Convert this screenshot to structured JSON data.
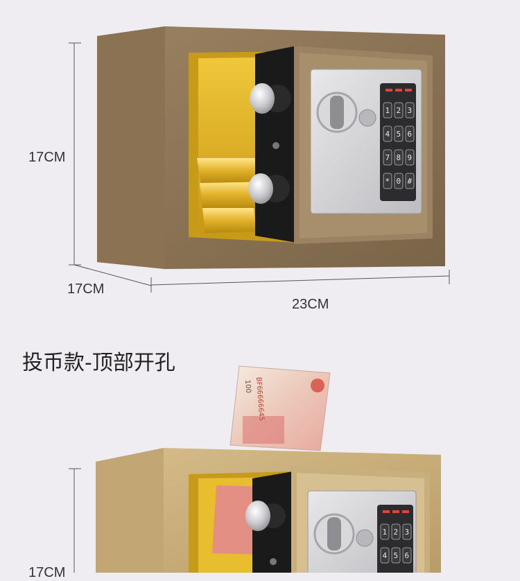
{
  "dimensions": {
    "height": "17CM",
    "depth": "17CM",
    "width": "23CM",
    "height_bottom_partial": "17CM"
  },
  "section": {
    "title": "投币款-顶部开孔"
  },
  "banknote": {
    "denomination": "100",
    "serial": "BF66666645"
  },
  "keypad": {
    "keys": [
      "1",
      "2",
      "3",
      "4",
      "5",
      "6",
      "7",
      "8",
      "9",
      "*",
      "0",
      "#"
    ]
  },
  "colors": {
    "background": "#efedf1",
    "safe_bronze": "#8c7556",
    "safe_gold": "#c9b07f",
    "interior_yellow": "#e2b51c",
    "panel_silver": "#d4d4d6"
  }
}
